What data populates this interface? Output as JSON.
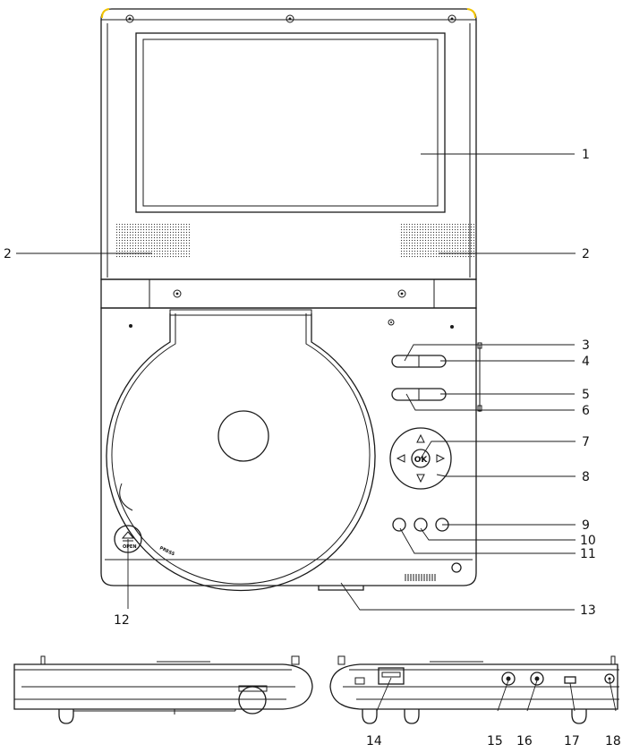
{
  "diagram": {
    "accent_color": "#f2c400",
    "line_color": "#1a1a1a",
    "callouts": {
      "c1": "1",
      "c2_left": "2",
      "c2_right": "2",
      "c3": "3",
      "c4": "4",
      "c5": "5",
      "c6": "6",
      "c7": "7",
      "c8": "8",
      "c9": "9",
      "c10": "10",
      "c11": "11",
      "c12": "12",
      "c13": "13",
      "c14": "14",
      "c15": "15",
      "c16": "16",
      "c17": "17",
      "c18": "18"
    },
    "labels": {
      "ok": "OK",
      "open": "OPEN",
      "disc_press": "PRESS"
    }
  }
}
